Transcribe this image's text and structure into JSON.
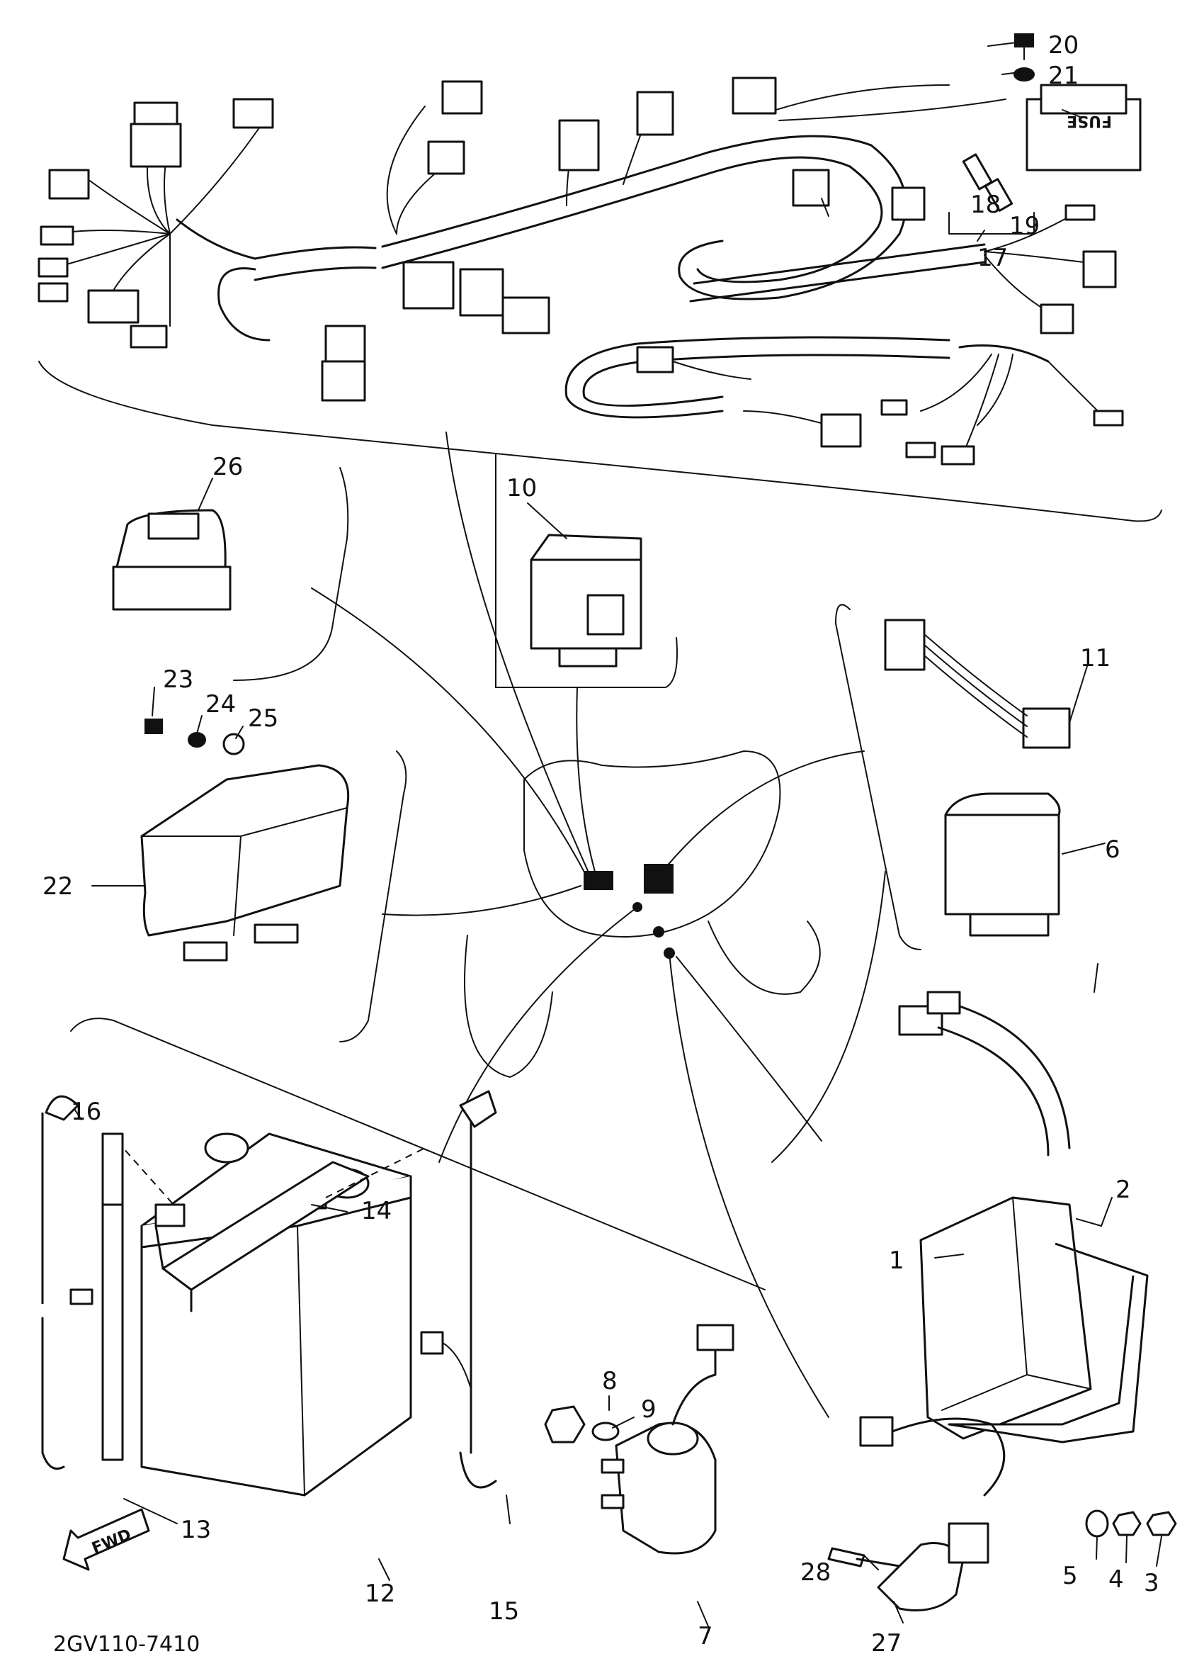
{
  "drawing_code": "2GV110-7410",
  "direction_label": "FWD",
  "fuse_box_label": "FUSE",
  "callouts": [
    {
      "id": "c1",
      "text": "1"
    },
    {
      "id": "c2",
      "text": "2"
    },
    {
      "id": "c3",
      "text": "3"
    },
    {
      "id": "c4",
      "text": "4"
    },
    {
      "id": "c5",
      "text": "5"
    },
    {
      "id": "c6",
      "text": "6"
    },
    {
      "id": "c7",
      "text": "7"
    },
    {
      "id": "c8",
      "text": "8"
    },
    {
      "id": "c9",
      "text": "9"
    },
    {
      "id": "c10",
      "text": "10"
    },
    {
      "id": "c11",
      "text": "11"
    },
    {
      "id": "c12",
      "text": "12"
    },
    {
      "id": "c13",
      "text": "13"
    },
    {
      "id": "c14",
      "text": "14"
    },
    {
      "id": "c15",
      "text": "15"
    },
    {
      "id": "c16",
      "text": "16"
    },
    {
      "id": "c17",
      "text": "17"
    },
    {
      "id": "c18",
      "text": "18"
    },
    {
      "id": "c19",
      "text": "19"
    },
    {
      "id": "c20",
      "text": "20"
    },
    {
      "id": "c21",
      "text": "21"
    },
    {
      "id": "c22",
      "text": "22"
    },
    {
      "id": "c23",
      "text": "23"
    },
    {
      "id": "c24",
      "text": "24"
    },
    {
      "id": "c25",
      "text": "25"
    },
    {
      "id": "c26",
      "text": "26"
    },
    {
      "id": "c27",
      "text": "27"
    },
    {
      "id": "c28",
      "text": "28"
    }
  ]
}
